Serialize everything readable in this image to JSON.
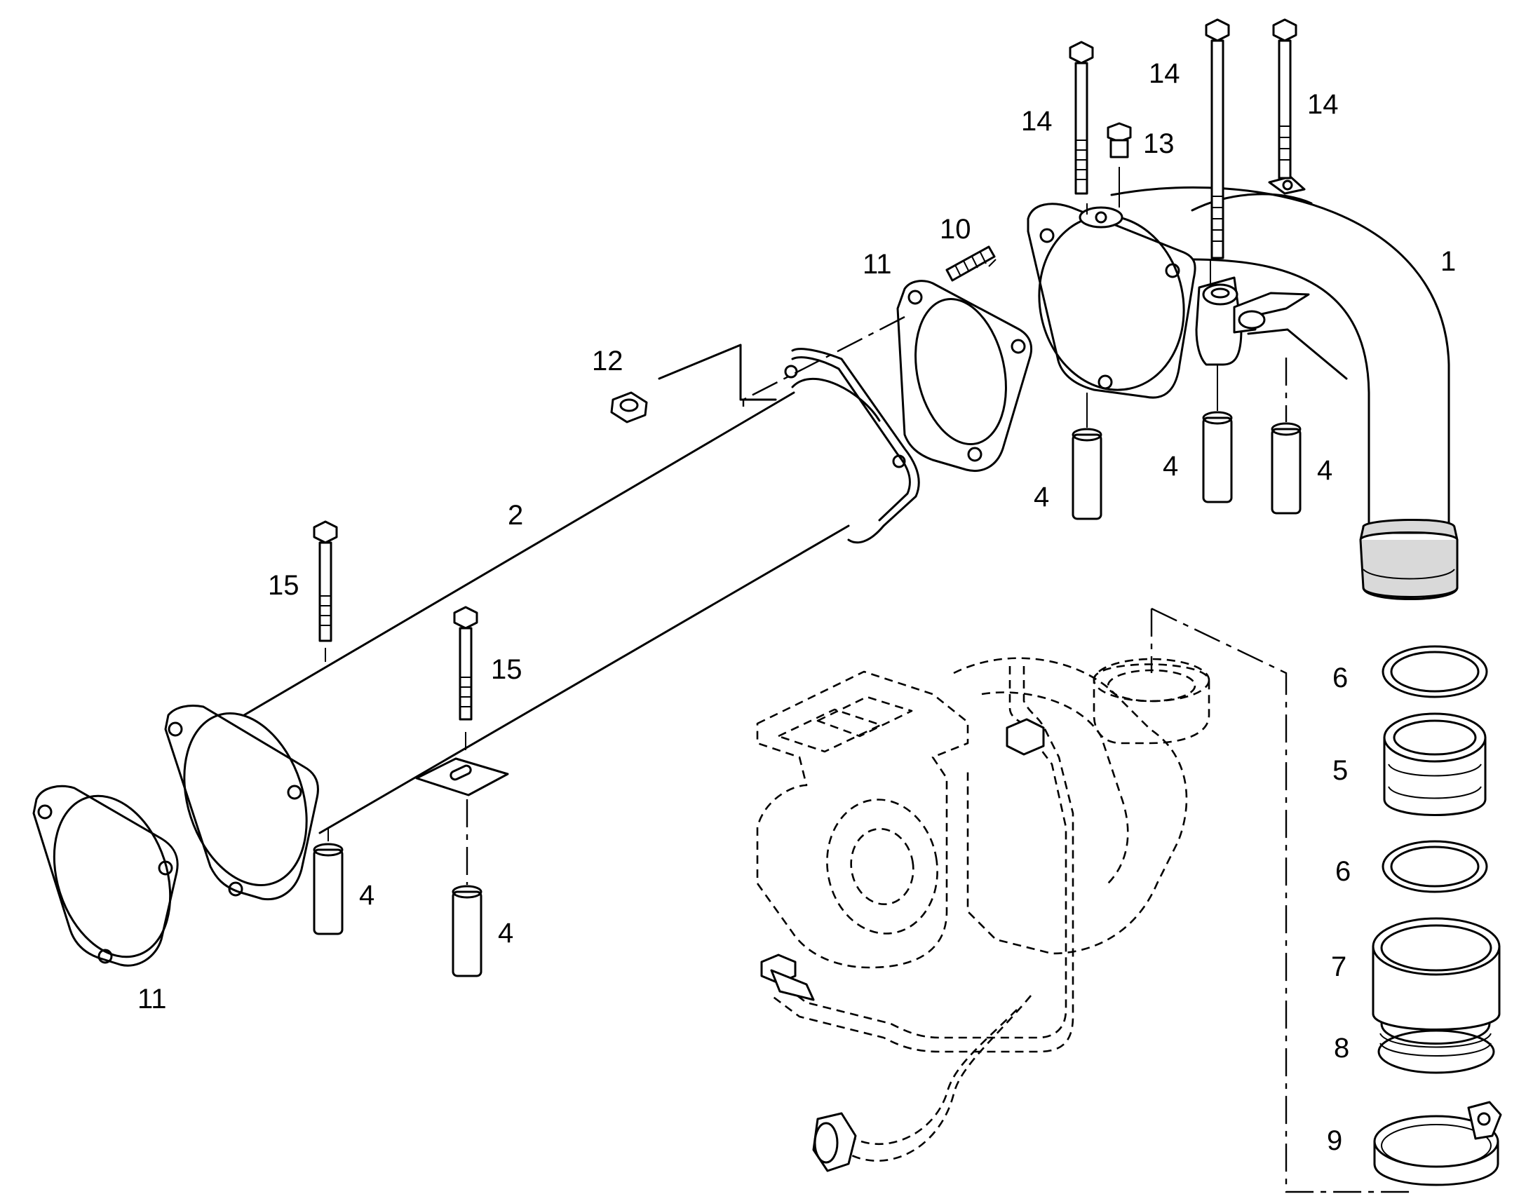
{
  "diagram": {
    "callouts": [
      {
        "id": "c1",
        "text": "1"
      },
      {
        "id": "c2",
        "text": "2"
      },
      {
        "id": "c4a",
        "text": "4"
      },
      {
        "id": "c4b",
        "text": "4"
      },
      {
        "id": "c4c",
        "text": "4"
      },
      {
        "id": "c4d",
        "text": "4"
      },
      {
        "id": "c4e",
        "text": "4"
      },
      {
        "id": "c5",
        "text": "5"
      },
      {
        "id": "c6a",
        "text": "6"
      },
      {
        "id": "c6b",
        "text": "6"
      },
      {
        "id": "c7",
        "text": "7"
      },
      {
        "id": "c8",
        "text": "8"
      },
      {
        "id": "c9",
        "text": "9"
      },
      {
        "id": "c10",
        "text": "10"
      },
      {
        "id": "c11a",
        "text": "11"
      },
      {
        "id": "c11b",
        "text": "11"
      },
      {
        "id": "c12",
        "text": "12"
      },
      {
        "id": "c13",
        "text": "13"
      },
      {
        "id": "c14a",
        "text": "14"
      },
      {
        "id": "c14b",
        "text": "14"
      },
      {
        "id": "c14c",
        "text": "14"
      },
      {
        "id": "c15a",
        "text": "15"
      },
      {
        "id": "c15b",
        "text": "15"
      }
    ]
  }
}
